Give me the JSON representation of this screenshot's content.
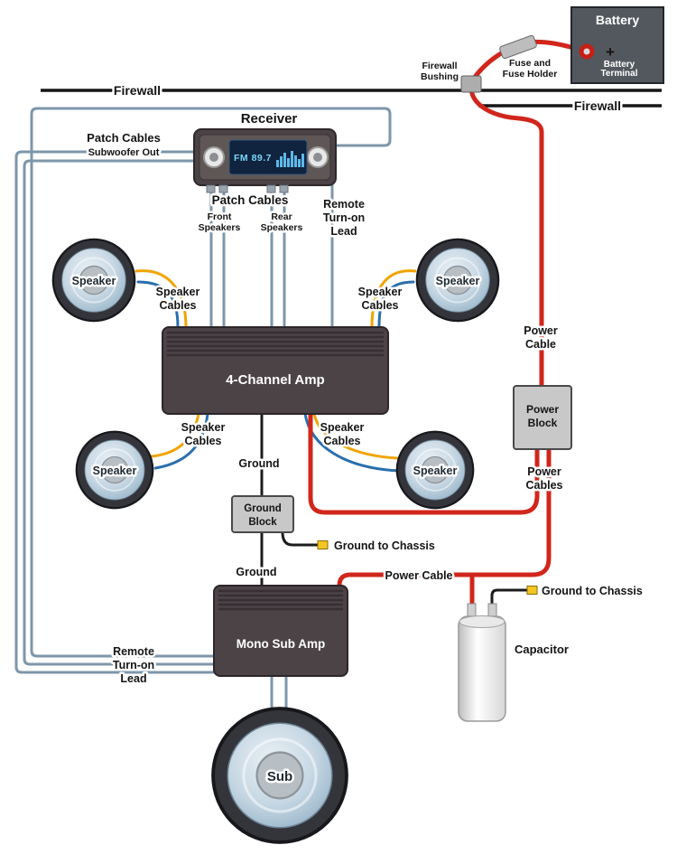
{
  "labels": {
    "firewall_left": "Firewall",
    "firewall_right": "Firewall",
    "receiver": "Receiver",
    "radio_display": "FM 89.7",
    "patch_subwoofer_1": "Patch Cables",
    "patch_subwoofer_2": "Subwoofer Out",
    "patch_center": "Patch Cables",
    "front_speakers": [
      "Front",
      "Speakers"
    ],
    "rear_speakers": [
      "Rear",
      "Speakers"
    ],
    "remote_lead": [
      "Remote",
      "Turn-on",
      "Lead"
    ],
    "speaker": "Speaker",
    "speaker_cables": [
      "Speaker",
      "Cables"
    ],
    "amp_4ch": "4-Channel Amp",
    "mono_sub_amp": "Mono Sub Amp",
    "sub": "Sub",
    "ground": "Ground",
    "ground_block": [
      "Ground",
      "Block"
    ],
    "ground_to_chassis": "Ground to Chassis",
    "power_cable_vert": [
      "Power",
      "Cable"
    ],
    "power_block": [
      "Power",
      "Block"
    ],
    "power_cables": [
      "Power",
      "Cables"
    ],
    "power_cable_horiz": "Power Cable",
    "capacitor": "Capacitor",
    "battery": "Battery",
    "battery_plus": "+",
    "battery_terminal": [
      "Battery",
      "Terminal"
    ],
    "fuse_holder": [
      "Fuse and",
      "Fuse Holder"
    ],
    "firewall_bushing": [
      "Firewall",
      "Bushing"
    ]
  },
  "colors": {
    "power_cable": "#d1261c",
    "ground_wire": "#1c1c1c",
    "speaker_cable_yellow": "#f0a400",
    "speaker_cable_blue": "#2a6fad",
    "patch_cable_steel": "#7e96aa",
    "chassis_terminal_yellow": "#f3c623",
    "amp_body": "#4c4347",
    "block_fill": "#c8c8c8",
    "battery_fill": "#53585e",
    "display_text": "#77d7f5"
  },
  "connections": [
    {
      "cable": "power",
      "from": "Battery Terminal",
      "to": "Power Block",
      "via": "Fuse and Fuse Holder, Firewall Bushing"
    },
    {
      "cable": "power",
      "from": "Power Block",
      "to": "4-Channel Amp"
    },
    {
      "cable": "power",
      "from": "Power Block",
      "to": "Mono Sub Amp",
      "via": "Capacitor"
    },
    {
      "cable": "patch",
      "from": "Receiver (Front/Rear)",
      "to": "4-Channel Amp"
    },
    {
      "cable": "patch",
      "from": "Receiver (Subwoofer Out)",
      "to": "Mono Sub Amp"
    },
    {
      "cable": "remote-turn-on",
      "from": "Receiver",
      "to": "4-Channel Amp"
    },
    {
      "cable": "remote-turn-on",
      "from": "Receiver",
      "to": "Mono Sub Amp"
    },
    {
      "cable": "speaker",
      "from": "4-Channel Amp",
      "to": "Speaker (x4)"
    },
    {
      "cable": "speaker",
      "from": "Mono Sub Amp",
      "to": "Sub"
    },
    {
      "cable": "ground",
      "from": "4-Channel Amp",
      "to": "Ground Block"
    },
    {
      "cable": "ground",
      "from": "Ground Block",
      "to": "Mono Sub Amp"
    },
    {
      "cable": "ground",
      "from": "Ground Block",
      "to": "Chassis"
    },
    {
      "cable": "ground",
      "from": "Capacitor",
      "to": "Chassis"
    }
  ]
}
